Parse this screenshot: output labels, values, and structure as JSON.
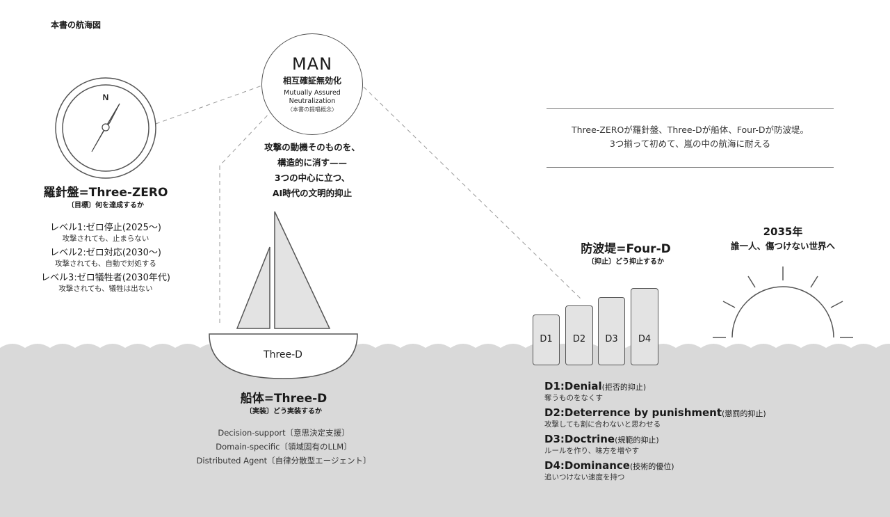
{
  "page_title": "本書の航海図",
  "man": {
    "title": "MAN",
    "jp": "相互確証無効化",
    "en_line1": "Mutually Assured",
    "en_line2": "Neutralization",
    "note": "〈本書の提唱概念〉"
  },
  "tagline": [
    "攻撃の動機そのものを、",
    "構造的に消す——",
    "3つの中心に立つ、",
    "AI時代の文明的抑止"
  ],
  "compass": {
    "north": "N",
    "title": "羅針盤=Three-ZERO",
    "subtitle": "〔目標〕何を達成するか",
    "levels": [
      {
        "label": "レベル1:ゼロ停止(2025〜)",
        "desc": "攻撃されても、止まらない"
      },
      {
        "label": "レベル2:ゼロ対応(2030〜)",
        "desc": "攻撃されても、自動で対処する"
      },
      {
        "label": "レベル3:ゼロ犠牲者(2030年代)",
        "desc": "攻撃されても、犠牲は出ない"
      }
    ]
  },
  "hull": {
    "label": "Three-D",
    "title": "船体=Three-D",
    "subtitle": "〔実装〕どう実装するか",
    "items": [
      "Decision-support〔意思決定支援〕",
      "Domain-specific〔領域固有のLLM〕",
      "Distributed Agent〔自律分散型エージェント〕"
    ]
  },
  "summary": {
    "line1": "Three-ZEROが羅針盤、Three-Dが船体、Four-Dが防波堤。",
    "line2": "3つ揃って初めて、嵐の中の航海に耐える"
  },
  "breakwater": {
    "title": "防波堤=Four-D",
    "subtitle": "〔抑止〕どう抑止するか",
    "blocks": [
      "D1",
      "D2",
      "D3",
      "D4"
    ],
    "items": [
      {
        "title": "D1:Denial",
        "jp": "(拒否的抑止)",
        "desc": "奪うものをなくす"
      },
      {
        "title": "D2:Deterrence by punishment",
        "jp": "(懲罰的抑止)",
        "desc": "攻撃しても割に合わないと思わせる"
      },
      {
        "title": "D3:Doctrine",
        "jp": "(規範的抑止)",
        "desc": "ルールを作り、味方を増やす"
      },
      {
        "title": "D4:Dominance",
        "jp": "(技術的優位)",
        "desc": "追いつけない速度を持つ"
      }
    ]
  },
  "goal": {
    "year": "2035年",
    "text": "誰一人、傷つけない世界へ"
  },
  "colors": {
    "sea": "#d9d9d9",
    "line": "#555555",
    "fill": "#e3e3e3",
    "dash": "#9a9a9a"
  }
}
